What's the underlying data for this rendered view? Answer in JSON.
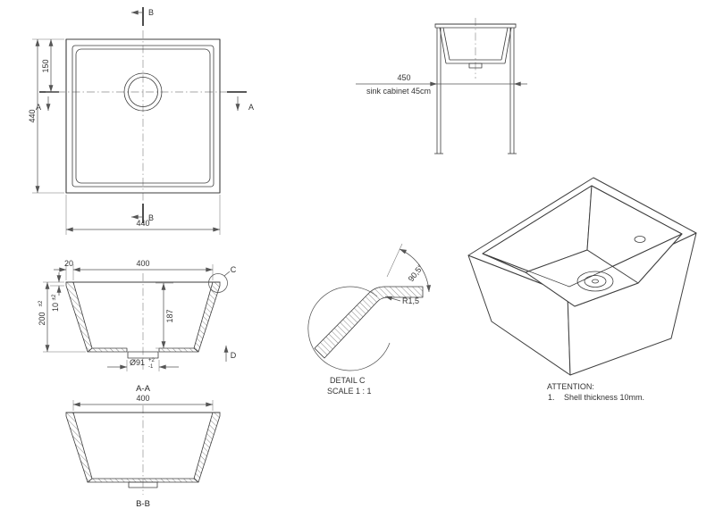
{
  "views": {
    "plan": {
      "dim_height": "440",
      "dim_width": "440",
      "dim_drain_offset": "150",
      "section_a": "A",
      "section_b": "B"
    },
    "cabinet": {
      "dim_width": "450",
      "caption": "sink cabinet 45cm"
    },
    "section_aa": {
      "label": "A-A",
      "dim_rim": "20",
      "dim_opening": "400",
      "dim_depth": "200",
      "dim_depth_tol": "±2",
      "dim_shell": "10",
      "dim_shell_tol": "±2",
      "dim_inner_depth": "187",
      "dim_drain": "Ø91",
      "dim_drain_tol_up": "+2",
      "dim_drain_tol_dn": "-1",
      "detail_ref": "C",
      "dir_ref": "D"
    },
    "section_bb": {
      "label": "B-B",
      "dim_opening": "400"
    },
    "detail_c": {
      "dim_radius": "R1,5",
      "dim_angle": "90,5°",
      "title": "DETAIL C",
      "scale": "SCALE 1 : 1"
    },
    "notes": {
      "title": "ATTENTION:",
      "item_no": "1.",
      "item_text": "Shell thickness 10mm."
    }
  }
}
